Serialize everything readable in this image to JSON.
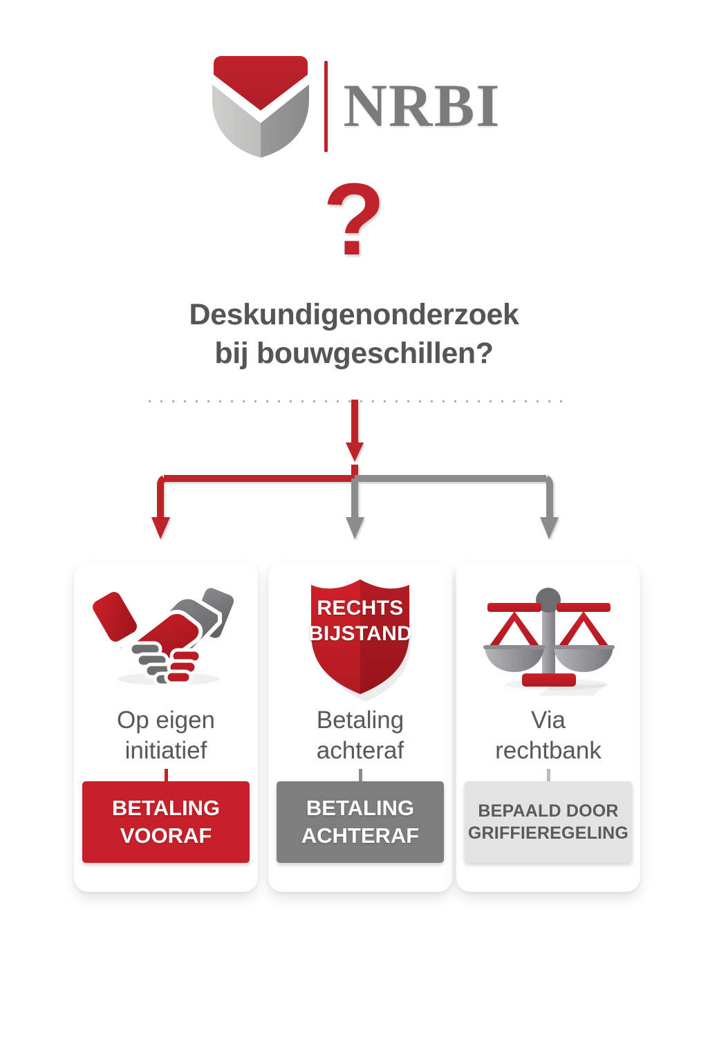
{
  "brand": {
    "logo_icon": "nrbi-shield-logo",
    "name": "NRBI",
    "accent_red": "#C0232B",
    "accent_gray": "#7B7B7D"
  },
  "question_mark": "?",
  "title": {
    "line1": "Deskundigenonderzoek",
    "line2": "bij bouwgeschillen?"
  },
  "flow": {
    "main_arrow_color": "#C0232B",
    "branch_left_color": "#C0232B",
    "branch_right_color": "#8C8C8C"
  },
  "cards": [
    {
      "icon": "handshake-icon",
      "label_line1": "Op eigen",
      "label_line2": "initiatief",
      "badge_line1": "BETALING",
      "badge_line2": "VOORAF",
      "badge_style": "red",
      "badge_color": "#C8202A",
      "stem_color": "#C8202A"
    },
    {
      "icon": "legal-aid-shield-icon",
      "shield_text_line1": "RECHTS",
      "shield_text_line2": "BIJSTAND",
      "label_line1": "Betaling",
      "label_line2": "achteraf",
      "badge_line1": "BETALING",
      "badge_line2": "ACHTERAF",
      "badge_style": "gray",
      "badge_color": "#7E7E7E",
      "stem_color": "#8C8C8C"
    },
    {
      "icon": "scales-of-justice-icon",
      "label_line1": "Via",
      "label_line2": "rechtbank",
      "badge_line1": "BEPAALD DOOR",
      "badge_line2": "GRIFFIEREGELING",
      "badge_style": "light",
      "badge_color": "#E3E3E3",
      "stem_color": "#BBBBBB"
    }
  ]
}
